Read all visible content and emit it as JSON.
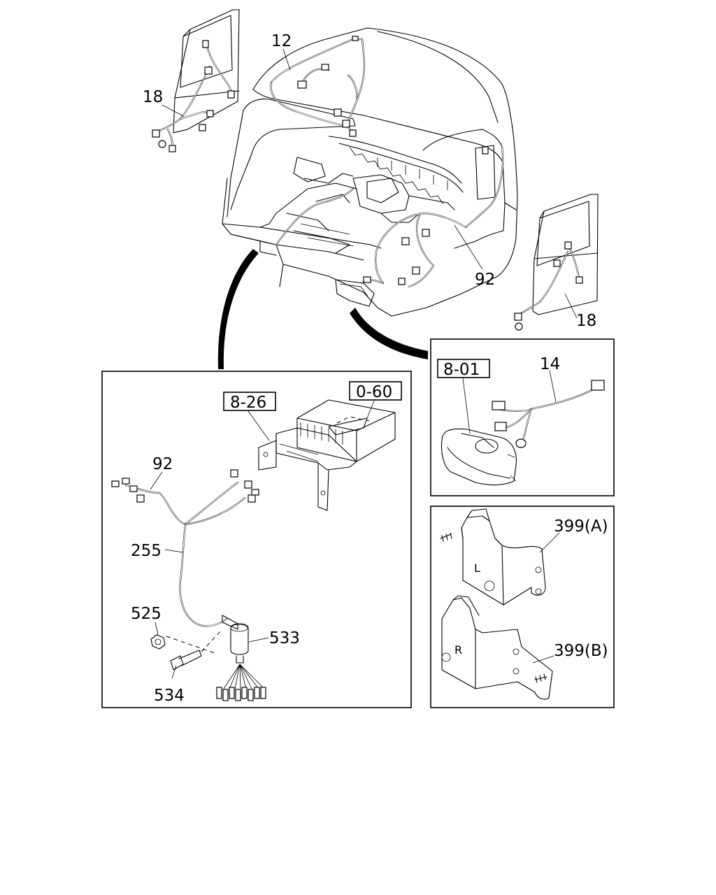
{
  "diagram": {
    "main_labels": [
      "12",
      "18",
      "18",
      "92"
    ],
    "inset_left": {
      "refs": [
        "8-26",
        "0-60"
      ],
      "labels": [
        "92",
        "255",
        "525",
        "533",
        "534"
      ]
    },
    "inset_right_top": {
      "refs": [
        "8-01"
      ],
      "labels": [
        "14"
      ]
    },
    "inset_right_bottom": {
      "labels": [
        "399(A)",
        "399(B)"
      ],
      "bracket_marks": [
        "L",
        "R"
      ]
    }
  }
}
